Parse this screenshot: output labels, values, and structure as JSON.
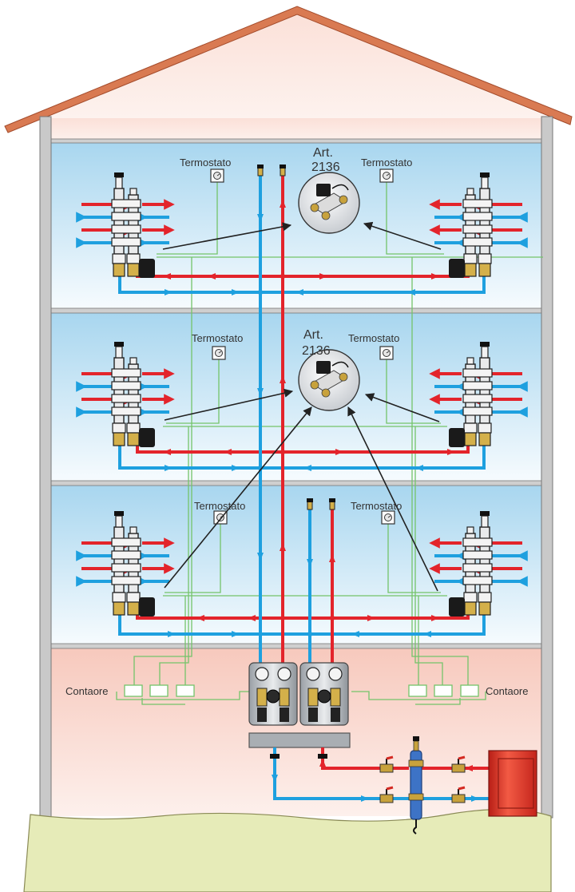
{
  "labels": {
    "thermostat": "Termostato",
    "art_line1": "Art.",
    "art_line2": "2136",
    "hour_counter": "Contaore"
  },
  "colors": {
    "roof": "#d97a52",
    "roof_fill": "#fbe3dc",
    "floor_sky": "#a8d6ef",
    "floor_white": "#f3f9fd",
    "basement": "#f8cfc4",
    "supply": "#e3242b",
    "return": "#1ea0df",
    "control_wire": "#74c46a",
    "ground": "#e6ebb8",
    "boiler": "#e23a2c",
    "separator": "#3d73c6"
  },
  "floors": [
    "top-floor",
    "middle-floor",
    "ground-floor"
  ]
}
